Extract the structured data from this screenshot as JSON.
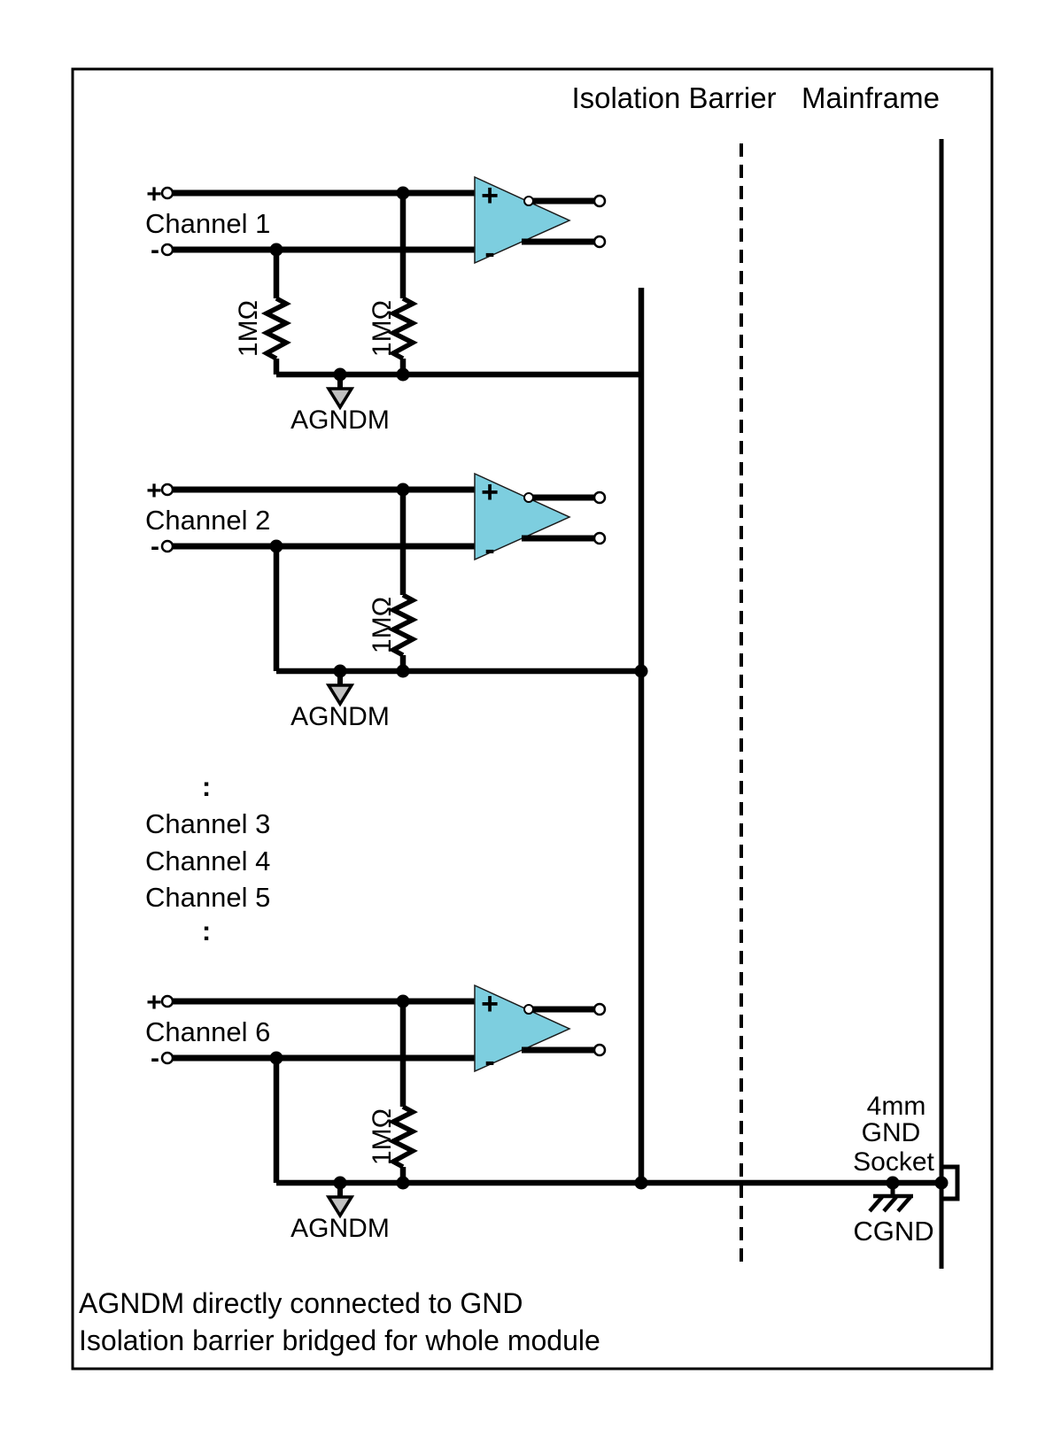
{
  "header": {
    "isolation_barrier": "Isolation Barrier",
    "mainframe": "Mainframe"
  },
  "terminals": {
    "plus": "+",
    "minus": "-"
  },
  "opamp": {
    "plus": "+",
    "minus": "-"
  },
  "channels": [
    {
      "label": "Channel 1",
      "resistors": [
        "1MΩ",
        "1MΩ"
      ],
      "ground": "AGNDM"
    },
    {
      "label": "Channel 2",
      "resistors": [
        "1MΩ"
      ],
      "ground": "AGNDM"
    },
    {
      "label": "Channel 3"
    },
    {
      "label": "Channel 4"
    },
    {
      "label": "Channel 5"
    },
    {
      "label": "Channel 6",
      "resistors": [
        "1MΩ"
      ],
      "ground": "AGNDM"
    }
  ],
  "ellipsis": ":",
  "socket": {
    "size": "4mm",
    "gnd": "GND",
    "socket": "Socket",
    "cgnd": "CGND"
  },
  "notes": {
    "line1": "AGNDM directly connected to GND",
    "line2": "Isolation barrier bridged for whole module"
  },
  "colors": {
    "opamp_fill": "#7DCEDF",
    "ground_fill": "#C0C0C0",
    "wire": "#000000"
  }
}
